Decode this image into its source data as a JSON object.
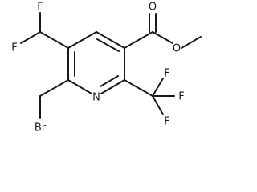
{
  "molecule": {
    "atoms": {
      "f_difluoromethyl_top": "F",
      "f_difluoromethyl_left": "F",
      "o_carbonyl": "O",
      "o_ester": "O",
      "br": "Br",
      "n_ring": "N",
      "f_cf3_top": "F",
      "f_cf3_right": "F",
      "f_cf3_bottom": "F"
    }
  }
}
